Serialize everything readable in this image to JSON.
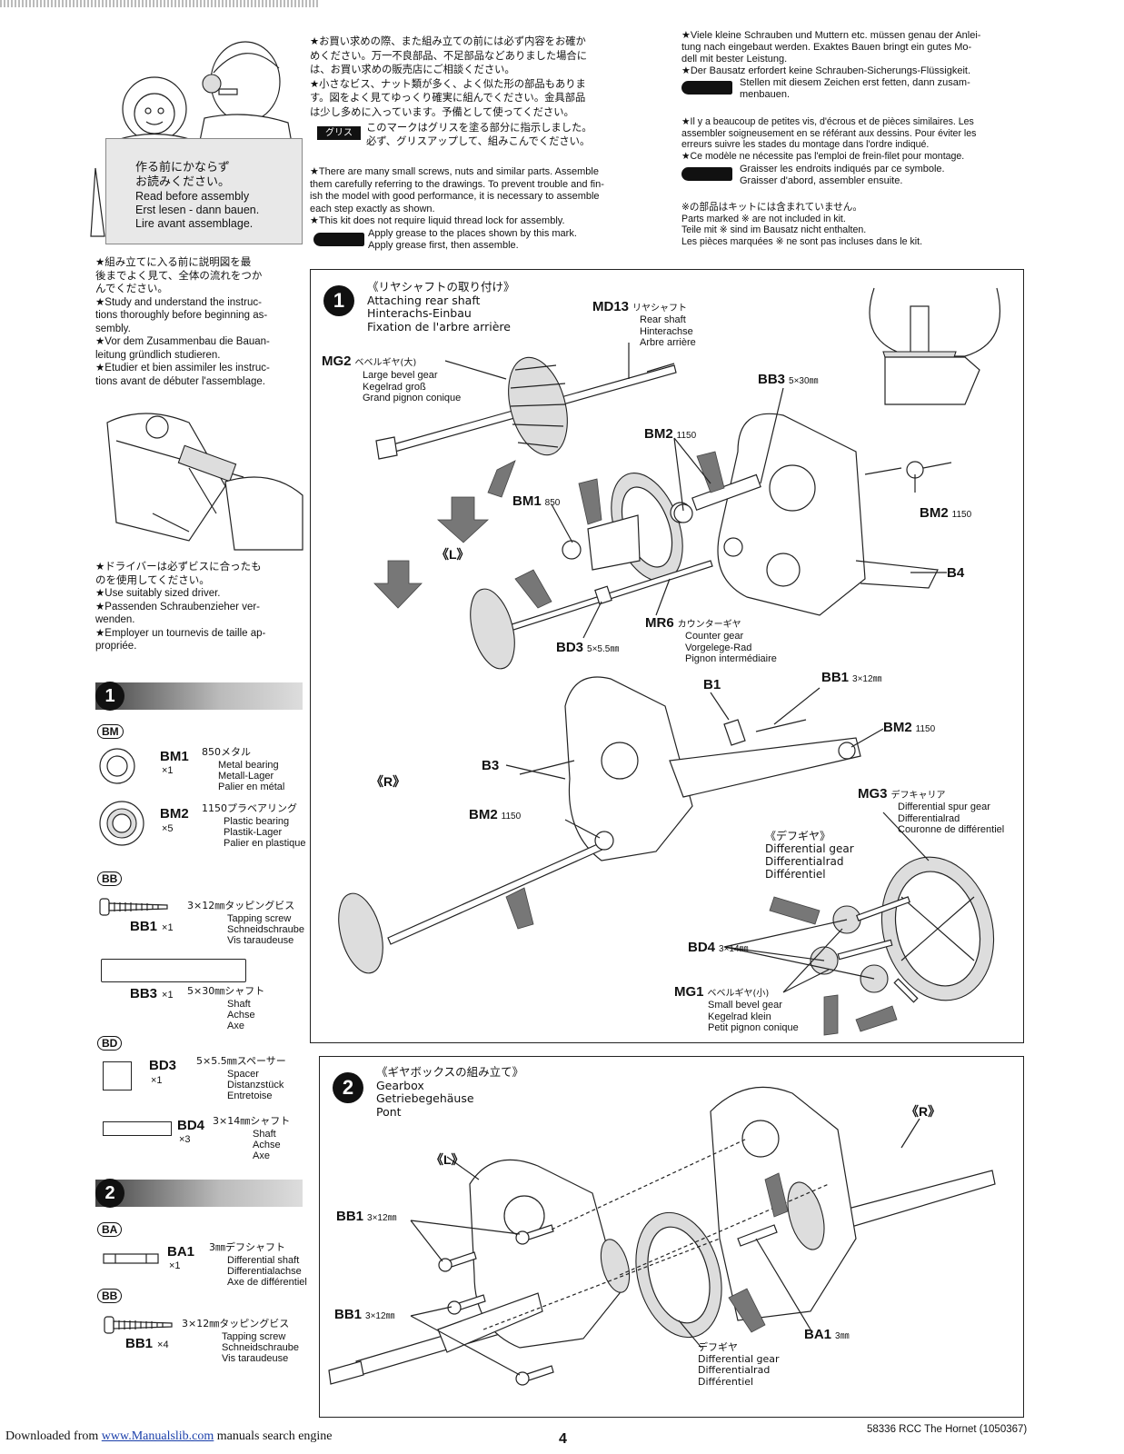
{
  "intro": {
    "sign_jp": "作る前にかならず\nお読みください。",
    "sign_en": "Read before assembly\nErst lesen - dann bauen.\nLire avant assemblage.",
    "jp_text": "★お買い求めの際、また組み立ての前には必ず内容をお確か\nめください。万一不良部品、不足部品などありました場合に\nは、お買い求めの販売店にご相談ください。\n★小さなビス、ナット類が多く、よく似た形の部品もありま\nす。図をよく見てゆっくり確実に組んでください。金具部品\nは少し多めに入っています。予備として使ってください。",
    "grease_jp_label": "グリス",
    "grease_jp_text": "このマークはグリスを塗る部分に指示しました。\n必ず、グリスアップして、組みこんでください。",
    "en_text": "★There are many small screws, nuts and similar parts. Assemble\nthem carefully referring to the drawings. To prevent trouble and fin-\nish the model with good performance, it is necessary to assemble\neach step exactly as shown.\n★This kit does not require liquid thread lock for assembly.",
    "en_grease": "Apply grease to the places shown by this mark.\nApply grease first, then assemble.",
    "de_text": "★Viele kleine Schrauben und Muttern etc. müssen genau der Anlei-\ntung nach eingebaut werden. Exaktes Bauen bringt ein gutes Mo-\ndell mit bester Leistung.\n★Der Bausatz erfordert keine Schrauben-Sicherungs-Flüssigkeit.",
    "de_grease": "Stellen mit diesem Zeichen erst fetten, dann zusam-\nmenbauen.",
    "fr_text": "★Il y a beaucoup de petites vis, d'écrous et de pièces similaires. Les\nassembler soigneusement en se référant aux dessins. Pour éviter les\nerreurs suivre les stades du montage dans l'ordre indiqué.\n★Ce modèle ne nécessite pas l'emploi de frein-filet pour montage.",
    "fr_grease": "Graisser les endroits indiqués par ce symbole.\nGraisser d'abord, assembler ensuite.",
    "parts_note": "※の部品はキットには含まれていません。\nParts marked ※ are not included in kit.\nTeile mit ※ sind im Bausatz nicht enthalten.\nLes pièces marquées ※ ne sont pas incluses dans le kit."
  },
  "side": {
    "study_text": "★組み立てに入る前に説明図を最\n後までよく見て、全体の流れをつか\nんでください。\n★Study and understand the instruc-\ntions thoroughly before beginning as-\nsembly.\n★Vor dem Zusammenbau die Bauan-\nleitung gründlich studieren.\n★Etudier et bien assimiler les instruc-\ntions avant de débuter l'assemblage.",
    "driver_text": "★ドライバーは必ずビスに合ったも\nのを使用してください。\n★Use suitably sized driver.\n★Passenden Schraubenzieher ver-\nwenden.\n★Employer un tournevis de taille ap-\npropriée.",
    "step1_num": "1",
    "step2_num": "2",
    "bags": {
      "bm": "BM",
      "bb": "BB",
      "bd": "BD",
      "ba": "BA",
      "bb2": "BB"
    },
    "parts": {
      "bm1": {
        "code": "BM1",
        "qty": "×1",
        "jp": "850メタル",
        "desc": "Metal bearing\nMetall-Lager\nPalier en métal"
      },
      "bm2": {
        "code": "BM2",
        "qty": "×5",
        "jp": "1150プラベアリング",
        "desc": "Plastic bearing\nPlastik-Lager\nPalier en plastique"
      },
      "bb1": {
        "code": "BB1",
        "qty": "×1",
        "jp": "3×12㎜タッピングビス",
        "desc": "Tapping screw\nSchneidschraube\nVis taraudeuse"
      },
      "bb3": {
        "code": "BB3",
        "qty": "×1",
        "jp": "5×30㎜シャフト",
        "desc": "Shaft\nAchse\nAxe"
      },
      "bd3": {
        "code": "BD3",
        "qty": "×1",
        "jp": "5×5.5㎜スペーサー",
        "desc": "Spacer\nDistanzstück\nEntretoise"
      },
      "bd4": {
        "code": "BD4",
        "qty": "×3",
        "jp": "3×14㎜シャフト",
        "desc": "Shaft\nAchse\nAxe"
      },
      "ba1": {
        "code": "BA1",
        "qty": "×1",
        "jp": "3㎜デフシャフト",
        "desc": "Differential shaft\nDifferentialachse\nAxe de différentiel"
      },
      "bb1b": {
        "code": "BB1",
        "qty": "×4",
        "jp": "3×12㎜タッピングビス",
        "desc": "Tapping screw\nSchneidschraube\nVis taraudeuse"
      }
    }
  },
  "step1": {
    "num": "1",
    "title": "《リヤシャフトの取り付け》\nAttaching rear shaft\nHinterachs-Einbau\nFixation de l'arbre arrière",
    "labels": {
      "md13": "MD13",
      "md13_jp": "リヤシャフト",
      "md13_desc": "Rear shaft\nHinterachse\nArbre arrière",
      "mg2": "MG2",
      "mg2_jp": "ベベルギヤ(大)",
      "mg2_desc": "Large bevel gear\nKegelrad groß\nGrand pignon conique",
      "bb3": "BB3",
      "bb3_size": "5×30㎜",
      "bm2a": "BM2",
      "bm2a_size": "1150",
      "bm1": "BM1",
      "bm1_size": "850",
      "bm2b": "BM2",
      "bm2b_size": "1150",
      "l_mark": "《L》",
      "b4": "B4",
      "mr6": "MR6",
      "mr6_jp": "カウンターギヤ",
      "mr6_desc": "Counter gear\nVorgelege-Rad\nPignon intermédiaire",
      "bd3": "BD3",
      "bd3_size": "5×5.5㎜",
      "b1": "B1",
      "bb1": "BB1",
      "bb1_size": "3×12㎜",
      "bm2c": "BM2",
      "bm2c_size": "1150",
      "b3": "B3",
      "r_mark": "《R》",
      "bm2d": "BM2",
      "bm2d_size": "1150",
      "mg3": "MG3",
      "mg3_jp": "デフキャリア",
      "mg3_desc": "Differential spur gear\nDifferentialrad\nCouronne de différentiel",
      "diff": "《デフギヤ》\nDifferential gear\nDifferentialrad\nDifférentiel",
      "bd4": "BD4",
      "bd4_size": "3×14㎜",
      "mg1": "MG1",
      "mg1_jp": "ベベルギヤ(小)",
      "mg1_desc": "Small bevel gear\nKegelrad klein\nPetit pignon conique"
    }
  },
  "step2": {
    "num": "2",
    "title": "《ギヤボックスの組み立て》\nGearbox\nGetriebegehäuse\nPont",
    "labels": {
      "r_mark": "《R》",
      "l_mark": "《L》",
      "bb1a": "BB1",
      "bb1a_size": "3×12㎜",
      "bb1b": "BB1",
      "bb1b_size": "3×12㎜",
      "ba1": "BA1",
      "ba1_size": "3㎜",
      "diff": "デフギヤ\nDifferential gear\nDifferentialrad\nDifférentiel"
    }
  },
  "footer": {
    "downloaded": "Downloaded from",
    "link": "www.Manualslib.com",
    "suffix": "manuals search engine",
    "page": "4",
    "code": "58336  RCC The Hornet (1050367)"
  }
}
